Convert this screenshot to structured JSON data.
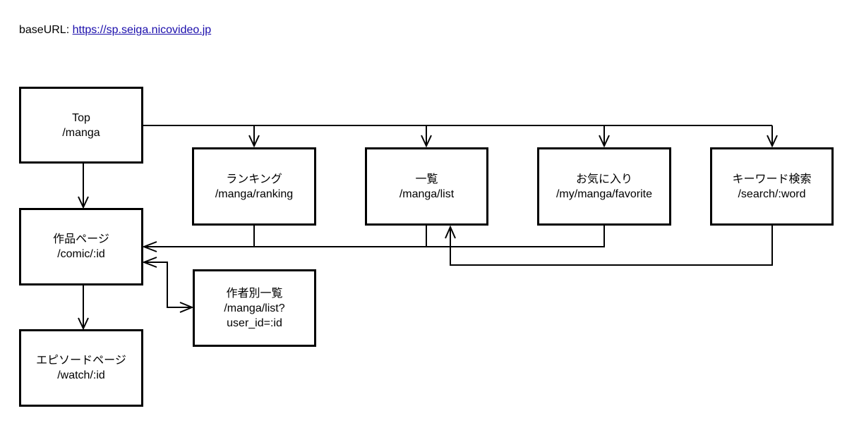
{
  "header": {
    "label": "baseURL:",
    "url": "https://sp.seiga.nicovideo.jp"
  },
  "nodes": {
    "top": {
      "title": "Top",
      "path": "/manga"
    },
    "ranking": {
      "title": "ランキング",
      "path": "/manga/ranking"
    },
    "list": {
      "title": "一覧",
      "path": "/manga/list"
    },
    "favorite": {
      "title": "お気に入り",
      "path": "/my/manga/favorite"
    },
    "search": {
      "title": "キーワード検索",
      "path": "/search/:word"
    },
    "comic": {
      "title": "作品ページ",
      "path": "/comic/:id"
    },
    "author": {
      "title": "作者別一覧",
      "path": "/manga/list?",
      "path2": "user_id=:id"
    },
    "episode": {
      "title": "エピソードページ",
      "path": "/watch/:id"
    }
  },
  "edges": [
    {
      "from": "top",
      "to": "comic"
    },
    {
      "from": "top",
      "to": "ranking"
    },
    {
      "from": "top",
      "to": "list"
    },
    {
      "from": "top",
      "to": "favorite"
    },
    {
      "from": "top",
      "to": "search"
    },
    {
      "from": "ranking",
      "to": "comic"
    },
    {
      "from": "list",
      "to": "comic"
    },
    {
      "from": "favorite",
      "to": "comic"
    },
    {
      "from": "search",
      "to": "list"
    },
    {
      "from": "comic",
      "to": "author"
    },
    {
      "from": "author",
      "to": "comic"
    },
    {
      "from": "comic",
      "to": "episode"
    }
  ]
}
